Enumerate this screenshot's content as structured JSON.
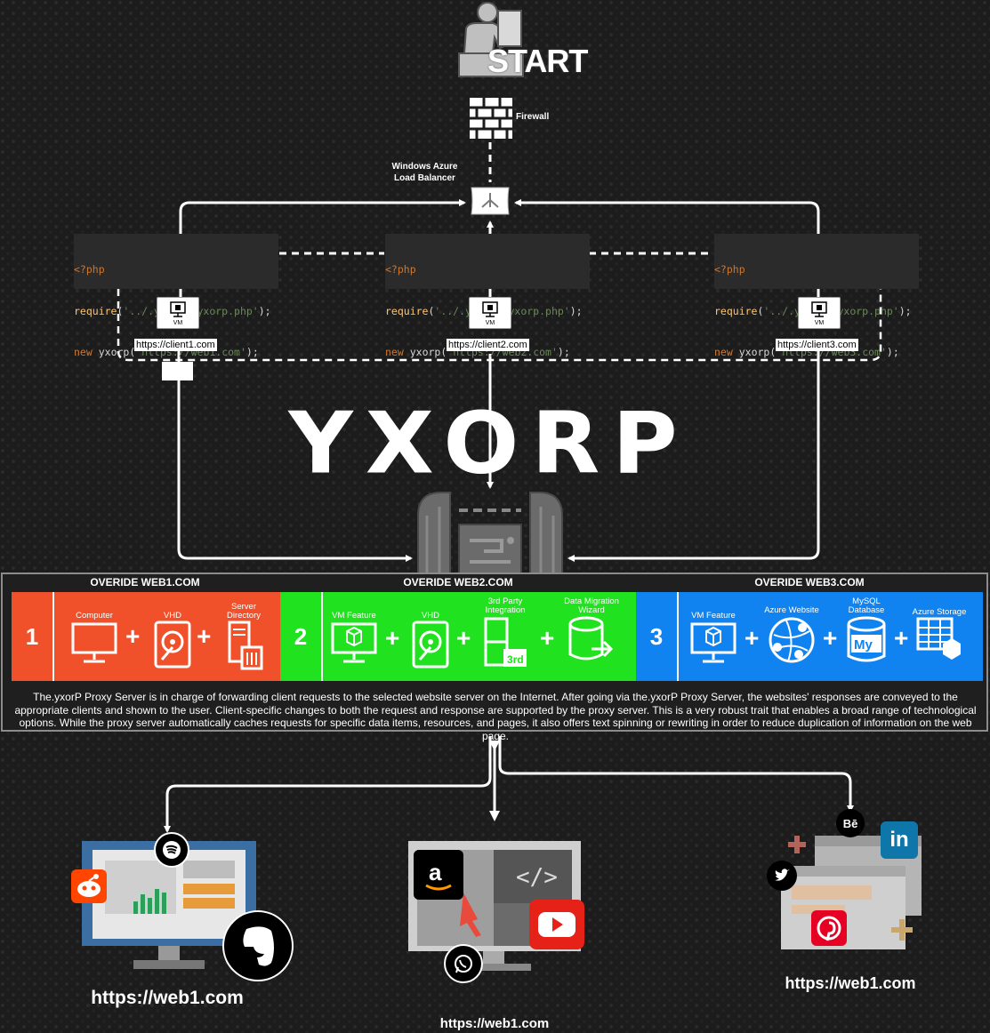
{
  "start": {
    "label": "START"
  },
  "firewall": {
    "label": "Firewall"
  },
  "load_balancer": {
    "label_line1": "Windows Azure",
    "label_line2": "Load Balancer"
  },
  "code_blocks": [
    {
      "line1": "<?php",
      "line2_fn": "require",
      "line2_str": "'../.yxorp/.yxorp.php'",
      "line3_kw": "new",
      "line3_fn": "yxorp",
      "line3_str": "'https://web1.com'"
    },
    {
      "line1": "<?php",
      "line2_fn": "require",
      "line2_str": "'../.yxorp/.yxorp.php'",
      "line3_kw": "new",
      "line3_fn": "yxorp",
      "line3_str": "'https://web2.com'"
    },
    {
      "line1": "<?php",
      "line2_fn": "require",
      "line2_str": "'../.yxorp/.yxorp.php'",
      "line3_kw": "new",
      "line3_fn": "yxorp",
      "line3_str": "'https://web3.com'"
    }
  ],
  "vms": [
    {
      "label": "VM",
      "client": "https://client1.com"
    },
    {
      "label": "VM",
      "client": "https://client2.com"
    },
    {
      "label": "VM",
      "client": "https://client3.com"
    }
  ],
  "brand": {
    "name": "YXORP"
  },
  "overrides": [
    {
      "title": "OVERIDE WEB1.COM",
      "number": "1",
      "color": "#f0512a",
      "items": [
        {
          "label": "Computer",
          "icon": "monitor-icon"
        },
        {
          "label": "VHD",
          "icon": "hard-drive-icon"
        },
        {
          "label": "Server Directory",
          "icon": "server-directory-icon"
        }
      ]
    },
    {
      "title": "OVERIDE WEB2.COM",
      "number": "2",
      "color": "#21e21f",
      "items": [
        {
          "label": "VM Feature",
          "icon": "vm-feature-icon"
        },
        {
          "label": "VHD",
          "icon": "hard-drive-icon"
        },
        {
          "label": "3rd Party Integration",
          "icon": "puzzle-icon",
          "badge": "3rd"
        },
        {
          "label": "Data Migration Wizard",
          "icon": "database-migration-icon"
        }
      ]
    },
    {
      "title": "OVERIDE WEB3.COM",
      "number": "3",
      "color": "#1183f0",
      "items": [
        {
          "label": "VM Feature",
          "icon": "vm-feature-icon"
        },
        {
          "label": "Azure Website",
          "icon": "globe-icon"
        },
        {
          "label": "MySQL Database",
          "icon": "mysql-database-icon",
          "badge": "My"
        },
        {
          "label": "Azure Storage",
          "icon": "table-storage-icon"
        }
      ]
    }
  ],
  "description": "The.yxorP Proxy Server is in charge of forwarding client requests to the selected website server on the Internet. After going via the.yxorP Proxy Server, the websites' responses are conveyed to the appropriate clients and shown to the user. Client-specific changes to both the request and response are supported by the proxy server. This is a very robust trait that enables a broad range of technological options. While the proxy server automatically caches requests for specific data items, resources, and pages, it also offers text spinning or rewriting in order to reduce duplication of information on the web page.",
  "sites": [
    {
      "label": "https://web1.com",
      "icons": [
        "spotify-icon",
        "reddit-icon",
        "evernote-icon"
      ]
    },
    {
      "label": "https://web1.com",
      "icons": [
        "amazon-icon",
        "youtube-icon",
        "whatsapp-icon"
      ],
      "code_glyph": "</>"
    },
    {
      "label": "https://web1.com",
      "icons": [
        "behance-icon",
        "linkedin-icon",
        "twitter-icon",
        "pinterest-icon"
      ],
      "behance_text": "Bē",
      "linkedin_text": "in"
    }
  ]
}
